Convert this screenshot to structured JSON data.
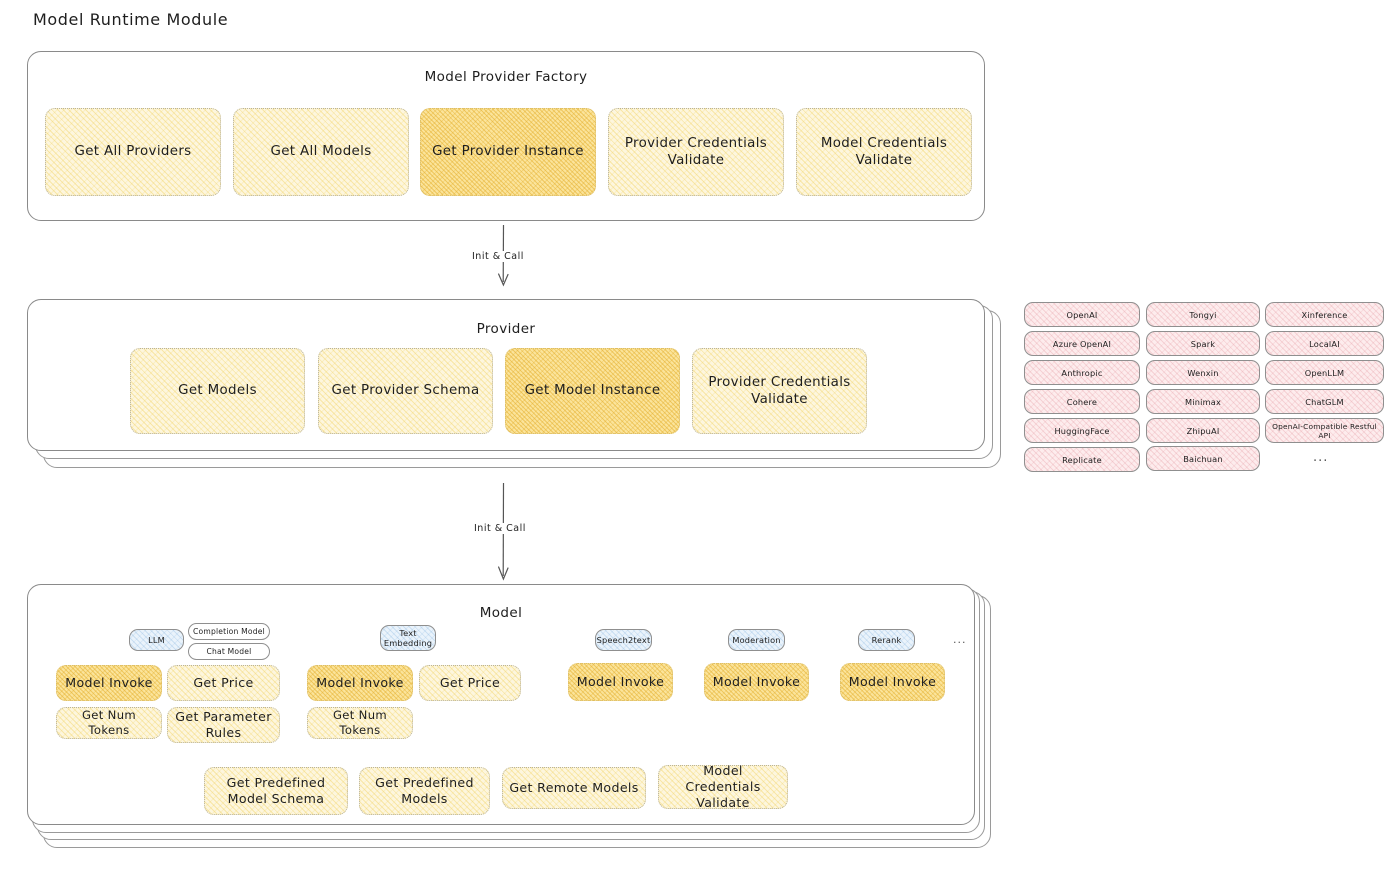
{
  "page": {
    "title": "Model Runtime Module"
  },
  "factory": {
    "title": "Model Provider Factory",
    "nodes": [
      {
        "label": "Get All Providers",
        "highlight": false
      },
      {
        "label": "Get All Models",
        "highlight": false
      },
      {
        "label": "Get Provider Instance",
        "highlight": true
      },
      {
        "label": "Provider Credentials Validate",
        "highlight": false
      },
      {
        "label": "Model Credentials Validate",
        "highlight": false
      }
    ]
  },
  "arrows": [
    {
      "label": "Init & Call"
    },
    {
      "label": "Init & Call"
    }
  ],
  "provider": {
    "title": "Provider",
    "nodes": [
      {
        "label": "Get Models",
        "highlight": false
      },
      {
        "label": "Get Provider Schema",
        "highlight": false
      },
      {
        "label": "Get Model Instance",
        "highlight": true
      },
      {
        "label": "Provider Credentials Validate",
        "highlight": false
      }
    ]
  },
  "provider_list": {
    "ellipsis": "...",
    "columns": [
      [
        "OpenAI",
        "Azure OpenAI",
        "Anthropic",
        "Cohere",
        "HuggingFace",
        "Replicate"
      ],
      [
        "Tongyi",
        "Spark",
        "Wenxin",
        "Minimax",
        "ZhipuAI",
        "Baichuan"
      ],
      [
        "Xinference",
        "LocalAI",
        "OpenLLM",
        "ChatGLM",
        "OpenAI-Compatible Restful API"
      ]
    ]
  },
  "model": {
    "title": "Model",
    "ellipsis": "...",
    "types": [
      {
        "name": "LLM",
        "sub": [
          "Completion Model",
          "Chat Model"
        ]
      },
      {
        "name": "Text Embedding",
        "sub": []
      },
      {
        "name": "Speech2text",
        "sub": []
      },
      {
        "name": "Moderation",
        "sub": []
      },
      {
        "name": "Rerank",
        "sub": []
      }
    ],
    "methods": [
      {
        "label": "Model Invoke",
        "highlight": true
      },
      {
        "label": "Get Price",
        "highlight": false
      },
      {
        "label": "Get Num Tokens",
        "highlight": false
      },
      {
        "label": "Get Parameter Rules",
        "highlight": false
      },
      {
        "label": "Model Invoke",
        "highlight": true
      },
      {
        "label": "Get Price",
        "highlight": false
      },
      {
        "label": "Get Num Tokens",
        "highlight": false
      },
      {
        "label": "Model Invoke",
        "highlight": true
      },
      {
        "label": "Model Invoke",
        "highlight": true
      },
      {
        "label": "Model Invoke",
        "highlight": true
      }
    ],
    "shared_methods": [
      {
        "label": "Get Predefined Model Schema"
      },
      {
        "label": "Get Predefined Models"
      },
      {
        "label": "Get Remote Models"
      },
      {
        "label": "Model Credentials Validate"
      }
    ]
  },
  "colors": {
    "node_fill": "#fdf6de",
    "node_highlight_fill": "#fbe49b",
    "provider_pill_fill": "#fdeced",
    "badge_fill": "#eaf3fb",
    "stroke": "#1e1e1e"
  }
}
